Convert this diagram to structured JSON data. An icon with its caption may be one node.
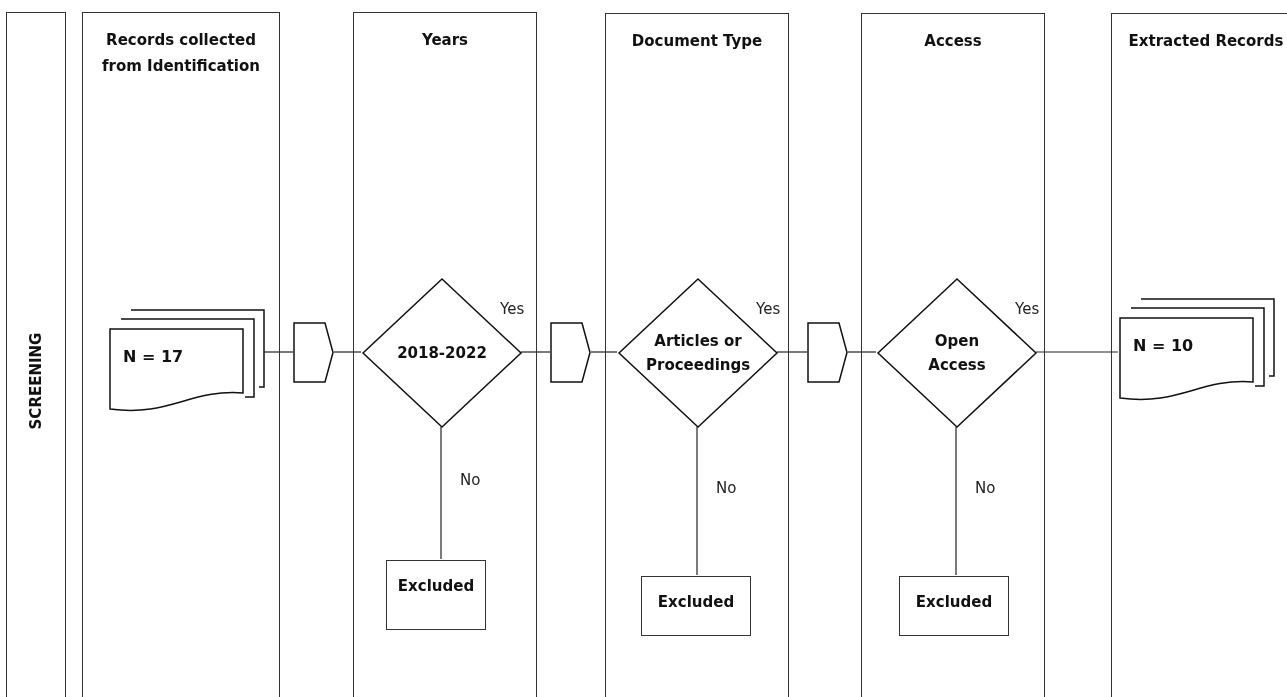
{
  "diagram": {
    "nodes": [
      {
        "text": [
          "SCREENING"
        ]
      },
      {
        "text": [
          "Records collected from Identification"
        ]
      },
      {
        "text": [
          "N = 17"
        ],
        "in": 1
      },
      {
        "text": [],
        "shape": "pentagon"
      },
      {
        "text": [
          "Years"
        ]
      },
      {
        "text": [
          "2018-2022"
        ],
        "in": 4
      },
      {
        "text": [
          "Excluded"
        ],
        "in": 4
      },
      {
        "text": [],
        "shape": "pentagon"
      },
      {
        "text": [
          "Document Type"
        ]
      },
      {
        "text": [
          "Articles or Proceedings"
        ],
        "in": 8
      },
      {
        "text": [
          "Excluded"
        ],
        "in": 8
      },
      {
        "text": [],
        "shape": "pentagon"
      },
      {
        "text": [
          "Access"
        ]
      },
      {
        "text": [
          "Open Access"
        ],
        "in": 12
      },
      {
        "text": [
          "Excluded"
        ],
        "in": 12
      },
      {
        "text": [
          "Extracted Records"
        ]
      },
      {
        "text": [
          "N = 10"
        ],
        "in": 15
      }
    ],
    "edges": [
      {
        "from": 2,
        "to": 3,
        "arrow": "none"
      },
      {
        "from": 3,
        "to": 5,
        "arrow": "none"
      },
      {
        "from": 5,
        "to": 7,
        "arrow": "none",
        "label": "Yes"
      },
      {
        "from": 5,
        "to": 6,
        "arrow": "none",
        "label": "No"
      },
      {
        "from": 7,
        "to": 9,
        "arrow": "none"
      },
      {
        "from": 9,
        "to": 11,
        "arrow": "none",
        "label": "Yes"
      },
      {
        "from": 9,
        "to": 10,
        "arrow": "none",
        "label": "No"
      },
      {
        "from": 11,
        "to": 13,
        "arrow": "none"
      },
      {
        "from": 13,
        "to": 16,
        "arrow": "none",
        "label": "Yes"
      },
      {
        "from": 13,
        "to": 14,
        "arrow": "none",
        "label": "No"
      }
    ]
  }
}
